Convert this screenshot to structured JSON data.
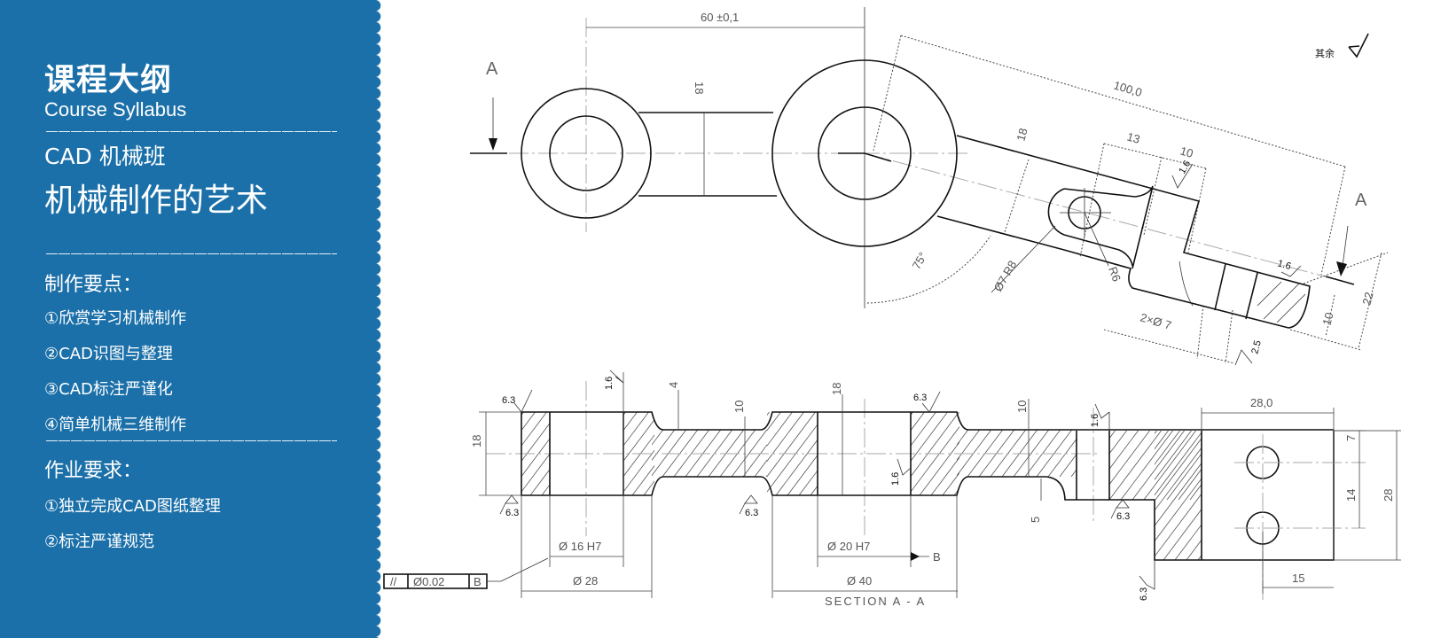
{
  "sidebar": {
    "title": "课程大纲",
    "subtitle": "Course Syllabus",
    "class_name": "CAD  机械班",
    "course_title": "机械制作的艺术",
    "key_points_heading": "制作要点：",
    "key_points": [
      "①欣赏学习机械制作",
      "②CAD识图与整理",
      "③CAD标注严谨化",
      "④简单机械三维制作"
    ],
    "homework_heading": "作业要求：",
    "homework": [
      "①独立完成CAD图纸整理",
      "②标注严谨规范"
    ]
  },
  "colors": {
    "sidebar_bg": "#1b70a9"
  },
  "drawing": {
    "top_view": {
      "section_marker_left": "A",
      "section_marker_right": "A",
      "dim_60": "60 ±0,1",
      "dim_18_link": "18",
      "dim_100": "100,0",
      "dim_18_arm": "18",
      "dim_13": "13",
      "dim_10_top": "10",
      "angle_75": "75°",
      "hole_dia": "Ø7 R8",
      "radius": "R6",
      "holes": "2×Ø 7",
      "dim_22": "22",
      "dim_10_side": "10",
      "rough_a": "1.6",
      "rough_b": "1.6",
      "rough_c": "2.5",
      "other_surfaces": "其余"
    },
    "section": {
      "dim_18_left": "18",
      "rough_top_left": "6.3",
      "rough_top_hole": "1.6",
      "dim_4": "4",
      "dim_10_a": "10",
      "dim_18_mid": "18",
      "rough_top_mid": "6.3",
      "dim_10_b": "10",
      "rough_bottom_left": "6.3",
      "rough_bottom_mid": "6.3",
      "rough_hole_mid": "1.6",
      "dim_5": "5",
      "rough_right_slot": "1.6",
      "rough_step": "6.3",
      "rough_low": "6.3",
      "dim_16": "Ø 16 H7",
      "dim_28": "Ø 28",
      "dim_20": "Ø 20 H7",
      "dim_40": "Ø 40",
      "datum_b": "B",
      "tolerance_symbol": "//",
      "tolerance_value": "Ø0.02",
      "tolerance_datum": "B",
      "section_title": "SECTION  A - A"
    },
    "end_view": {
      "dim_28_0": "28,0",
      "dim_7": "7",
      "dim_14": "14",
      "dim_28": "28",
      "dim_15": "15"
    }
  }
}
